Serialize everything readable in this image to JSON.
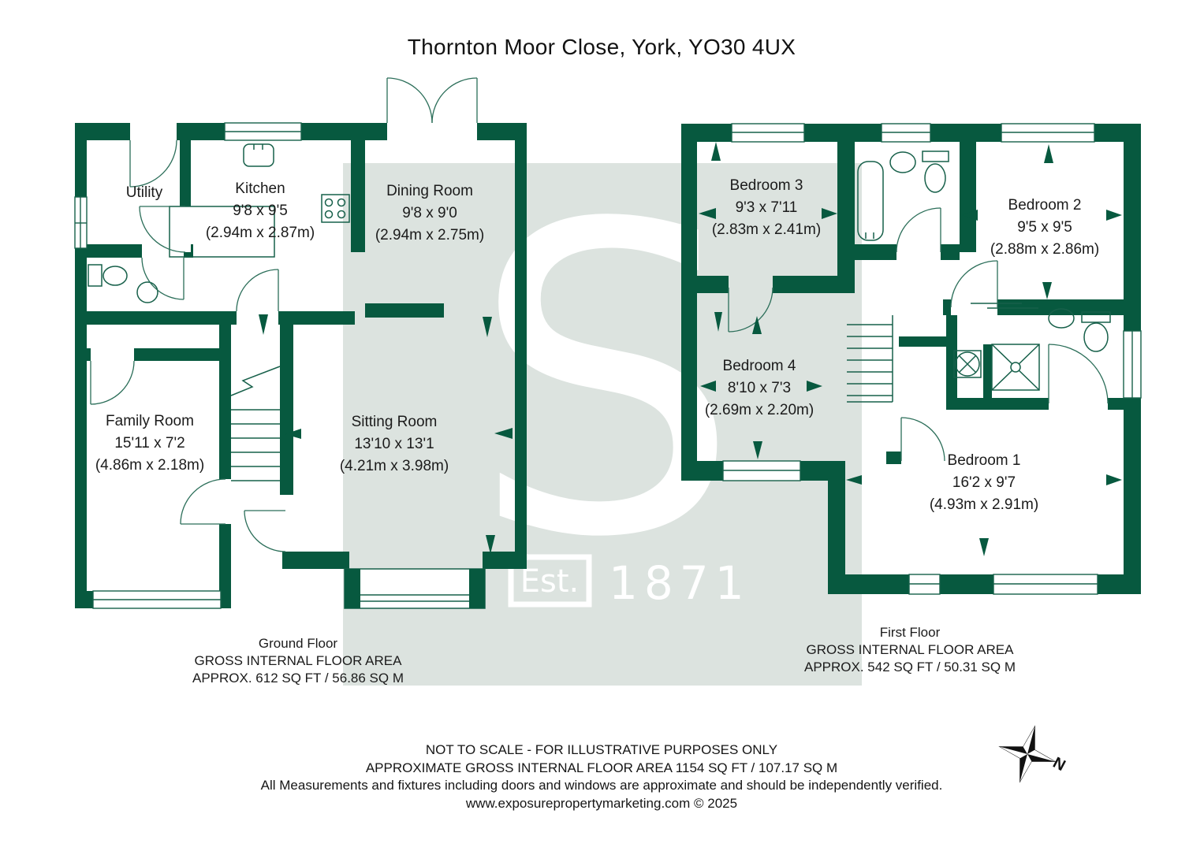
{
  "title": "Thornton Moor Close, York, YO30 4UX",
  "watermark": {
    "letter": "S",
    "est_label": "Est.",
    "year": "1871"
  },
  "ground_floor": {
    "label": "Ground Floor",
    "area_line1": "GROSS INTERNAL FLOOR AREA",
    "area_line2": "APPROX. 612 SQ FT / 56.86 SQ M",
    "rooms": {
      "utility": {
        "name": "Utility",
        "dims_ft": "",
        "dims_m": ""
      },
      "kitchen": {
        "name": "Kitchen",
        "dims_ft": "9'8 x 9'5",
        "dims_m": "(2.94m x 2.87m)"
      },
      "dining": {
        "name": "Dining Room",
        "dims_ft": "9'8 x 9'0",
        "dims_m": "(2.94m x 2.75m)"
      },
      "family": {
        "name": "Family Room",
        "dims_ft": "15'11 x 7'2",
        "dims_m": "(4.86m x 2.18m)"
      },
      "sitting": {
        "name": "Sitting Room",
        "dims_ft": "13'10 x 13'1",
        "dims_m": "(4.21m x 3.98m)"
      }
    }
  },
  "first_floor": {
    "label": "First Floor",
    "area_line1": "GROSS INTERNAL FLOOR AREA",
    "area_line2": "APPROX. 542 SQ FT / 50.31 SQ M",
    "rooms": {
      "bedroom3": {
        "name": "Bedroom 3",
        "dims_ft": "9'3 x 7'11",
        "dims_m": "(2.83m x 2.41m)"
      },
      "bedroom2": {
        "name": "Bedroom 2",
        "dims_ft": "9'5 x 9'5",
        "dims_m": "(2.88m x 2.86m)"
      },
      "bedroom4": {
        "name": "Bedroom 4",
        "dims_ft": "8'10 x 7'3",
        "dims_m": "(2.69m x 2.20m)"
      },
      "bedroom1": {
        "name": "Bedroom 1",
        "dims_ft": "16'2 x 9'7",
        "dims_m": "(4.93m x 2.91m)"
      }
    }
  },
  "footer": {
    "line1": "NOT TO SCALE - FOR ILLUSTRATIVE PURPOSES ONLY",
    "line2": "APPROXIMATE GROSS INTERNAL FLOOR AREA 1154 SQ FT / 107.17 SQ M",
    "line3": "All Measurements and fixtures including doors and windows are approximate and should be independently verified.",
    "line4": "www.exposurepropertymarketing.com © 2025"
  },
  "compass": {
    "label": "N"
  },
  "colors": {
    "wall": "#07593f",
    "watermark_bg": "#dce3df",
    "watermark_text": "#ffffff",
    "label_text": "#1b1b1b"
  }
}
